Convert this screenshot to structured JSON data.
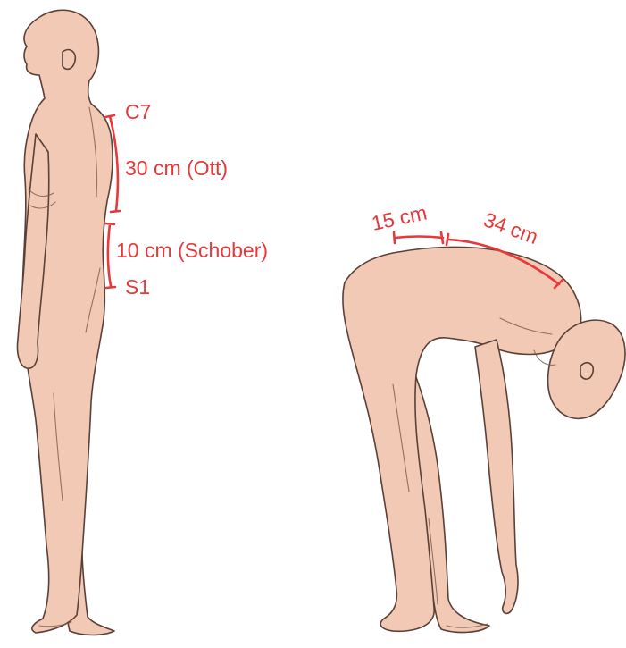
{
  "standing_figure": {
    "labels": {
      "upper_landmark": "C7",
      "ott_distance": "30 cm (Ott)",
      "schober_distance": "10 cm (Schober)",
      "lower_landmark": "S1"
    }
  },
  "bending_figure": {
    "labels": {
      "lumbar_flexion": "15 cm",
      "thoracic_flexion": "34 cm"
    }
  },
  "colors": {
    "annotation": "#e8393a",
    "skin": "#f2c9b4",
    "outline": "#5a4038"
  }
}
